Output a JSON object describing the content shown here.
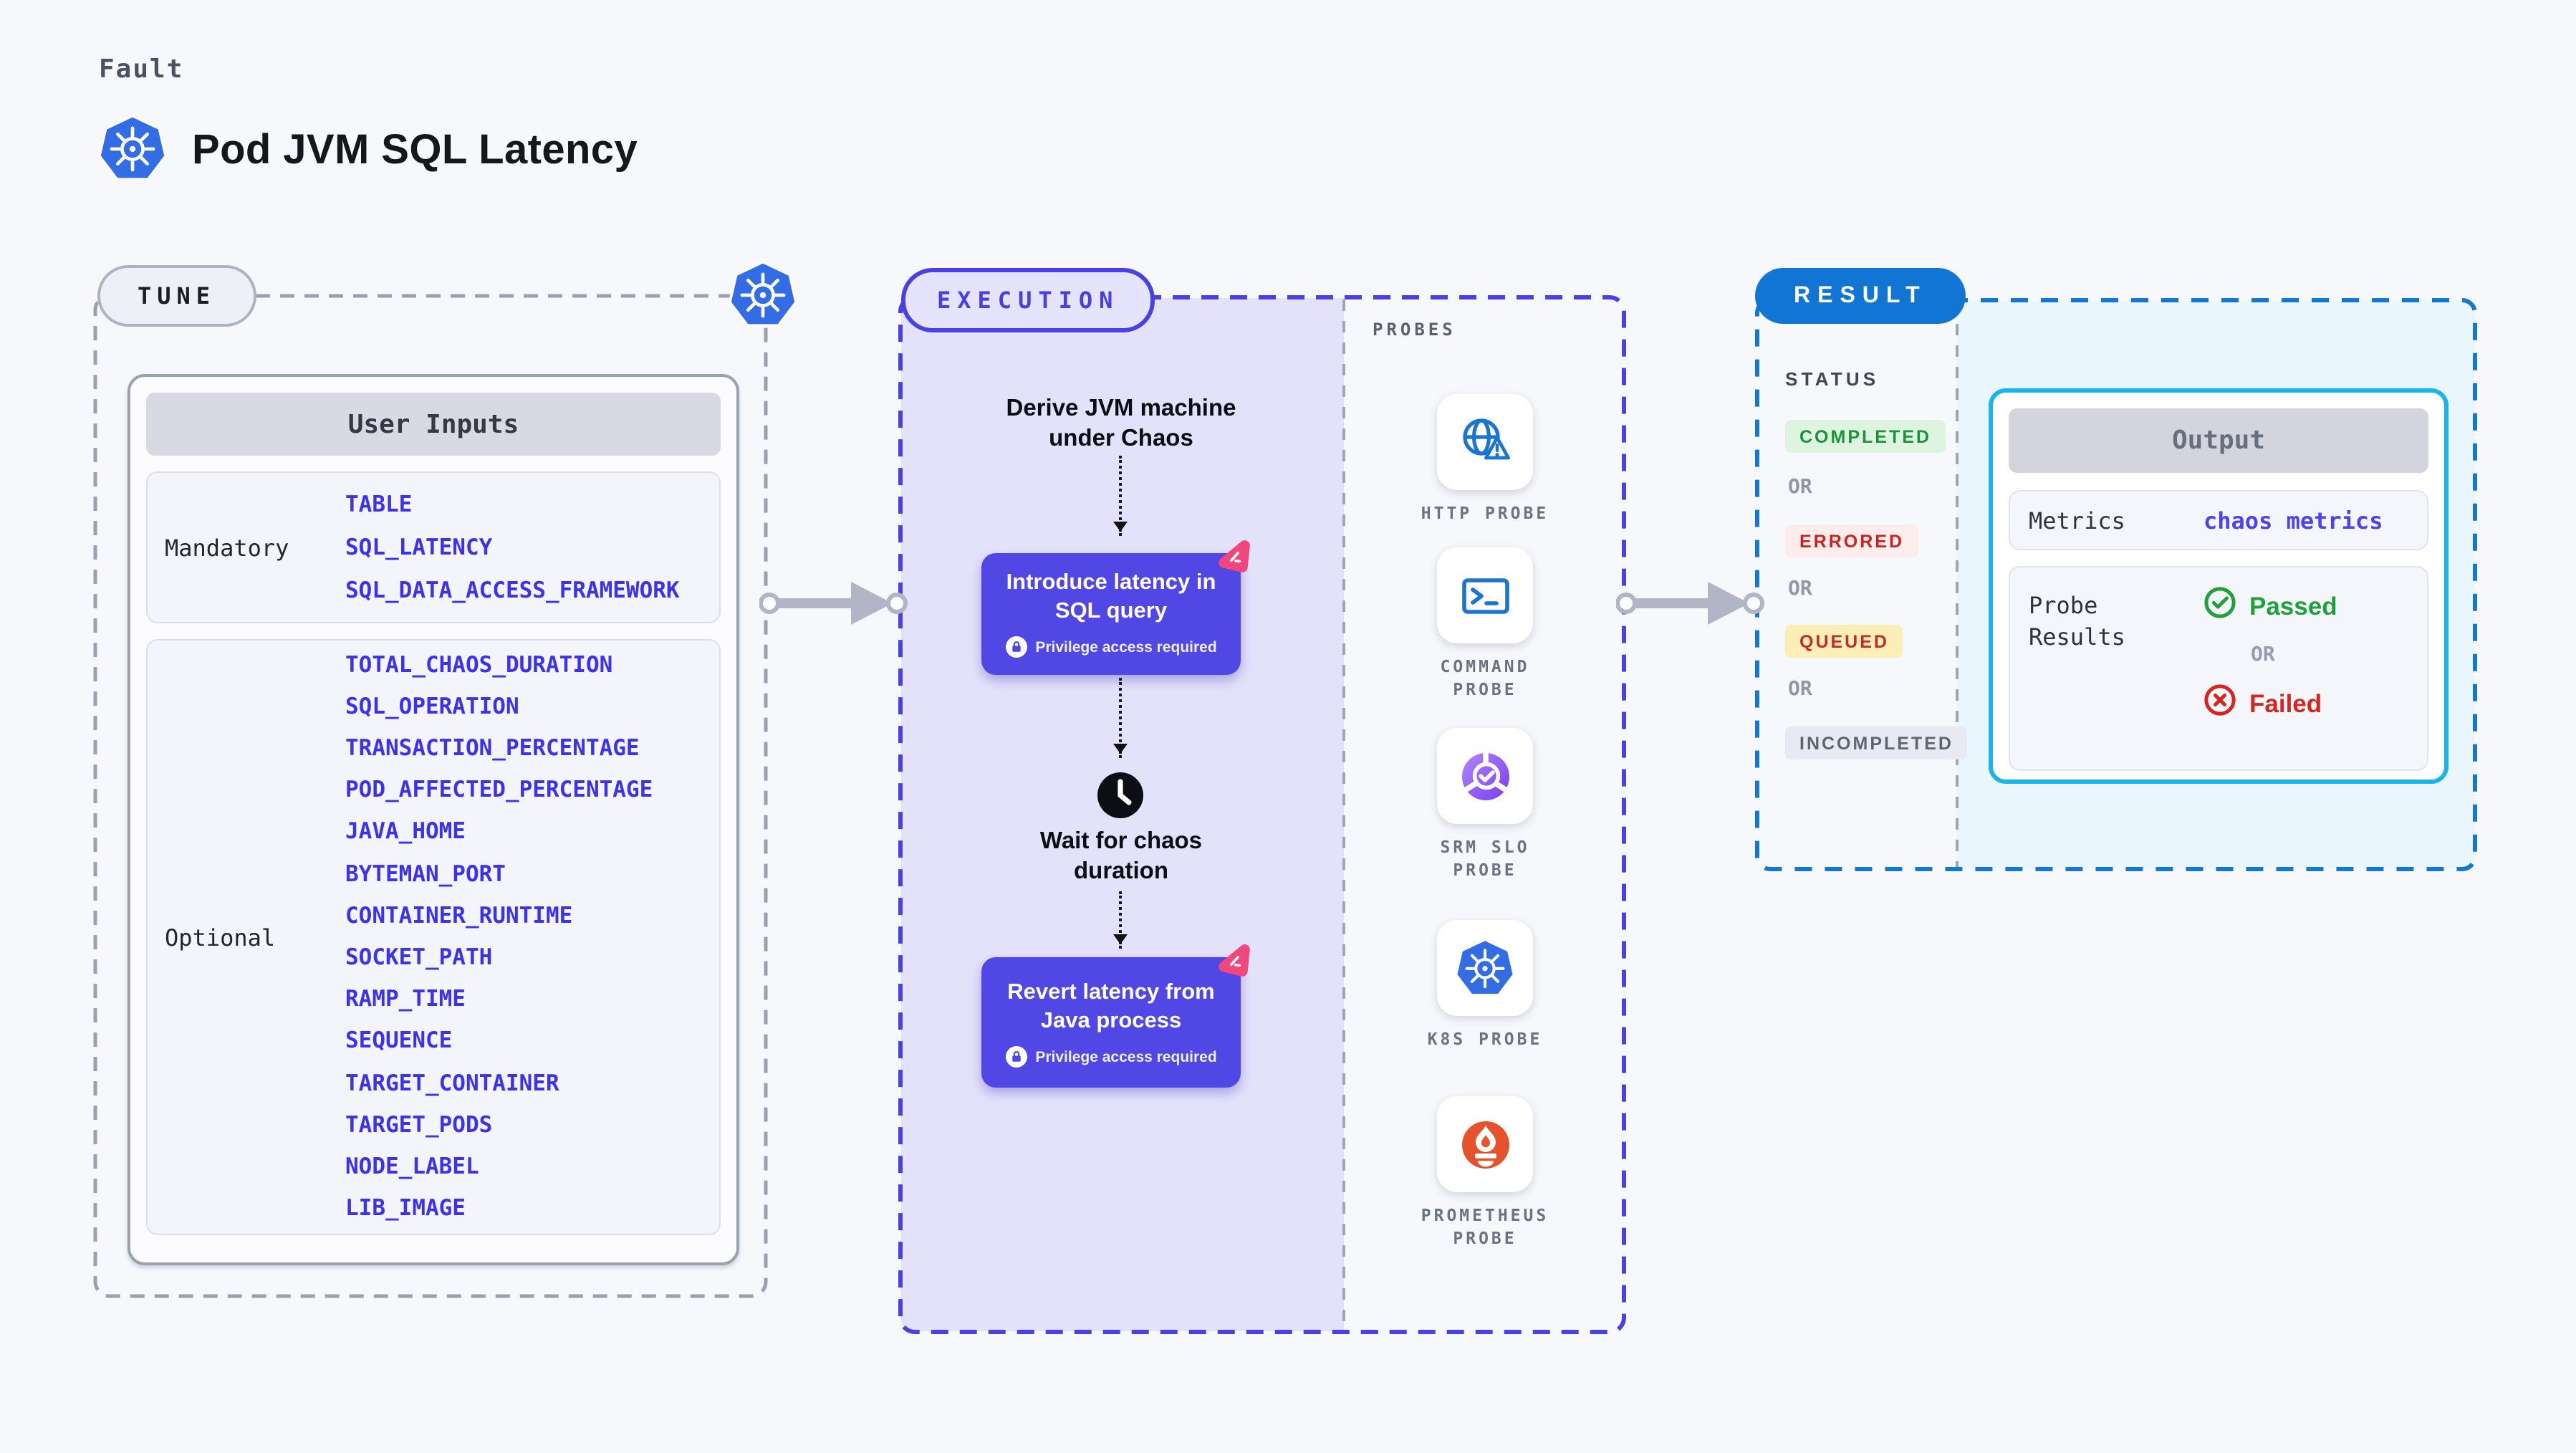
{
  "header": {
    "category": "Fault",
    "title": "Pod JVM SQL Latency"
  },
  "tune": {
    "badge": "TUNE",
    "user_inputs": {
      "title": "User Inputs",
      "mandatory_label": "Mandatory",
      "mandatory": [
        "TABLE",
        "SQL_LATENCY",
        "SQL_DATA_ACCESS_FRAMEWORK"
      ],
      "optional_label": "Optional",
      "optional": [
        "TOTAL_CHAOS_DURATION",
        "SQL_OPERATION",
        "TRANSACTION_PERCENTAGE",
        "POD_AFFECTED_PERCENTAGE",
        "JAVA_HOME",
        "BYTEMAN_PORT",
        "CONTAINER_RUNTIME",
        "SOCKET_PATH",
        "RAMP_TIME",
        "SEQUENCE",
        "TARGET_CONTAINER",
        "TARGET_PODS",
        "NODE_LABEL",
        "LIB_IMAGE"
      ]
    }
  },
  "execution": {
    "badge": "EXECUTION",
    "derive_text": "Derive JVM machine\nunder Chaos",
    "step1": "Introduce latency in\nSQL query",
    "wait_text": "Wait for chaos\nduration",
    "step2": "Revert latency from\nJava process",
    "privilege_note": "Privilege access required",
    "probes": {
      "title": "PROBES",
      "items": [
        {
          "name": "http-probe",
          "label": "HTTP PROBE"
        },
        {
          "name": "command-probe",
          "label": "COMMAND\nPROBE"
        },
        {
          "name": "srm-slo-probe",
          "label": "SRM SLO\nPROBE"
        },
        {
          "name": "k8s-probe",
          "label": "K8S PROBE"
        },
        {
          "name": "prometheus-probe",
          "label": "PROMETHEUS\nPROBE"
        }
      ]
    }
  },
  "result": {
    "badge": "RESULT",
    "status_title": "STATUS",
    "or_label": "OR",
    "statuses": [
      "COMPLETED",
      "ERRORED",
      "QUEUED",
      "INCOMPLETED"
    ],
    "output": {
      "title": "Output",
      "metrics_label": "Metrics",
      "metrics_value": "chaos metrics",
      "probe_results_label": "Probe\nResults",
      "passed": "Passed",
      "failed": "Failed"
    }
  },
  "colors": {
    "page_bg": "#f7f8fc",
    "accent_indigo": "#4f46e5",
    "node_bg": "#5147e5",
    "lavender_fill": "#e4e2fb",
    "k8s_blue": "#326de6",
    "probe_icon_blue": "#1b74d2",
    "result_blue": "#1176d3",
    "output_border_cyan": "#19b5ea",
    "completed_green": "#189537",
    "errored_red": "#cd2121",
    "queued_bg": "#fbeeb6",
    "incompleted_gray": "#5d6473",
    "passed_green": "#1da23a",
    "failed_red": "#d4251f",
    "chaos_pink": "#f2477d",
    "prometheus_orange": "#e6522c"
  }
}
